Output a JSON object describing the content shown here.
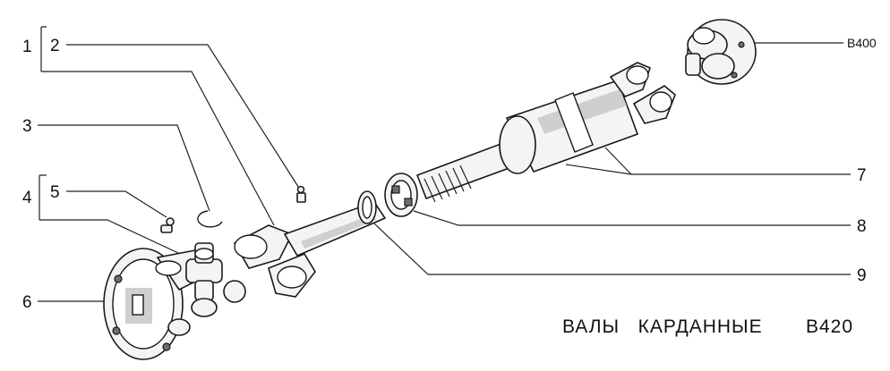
{
  "title": {
    "text": "ВАЛЫ   КАРДАННЫЕ",
    "code": "В420"
  },
  "reference": "В400",
  "callouts": {
    "c1": "1",
    "c2": "2",
    "c3": "3",
    "c4": "4",
    "c5": "5",
    "c6": "6",
    "c7": "7",
    "c8": "8",
    "c9": "9"
  }
}
